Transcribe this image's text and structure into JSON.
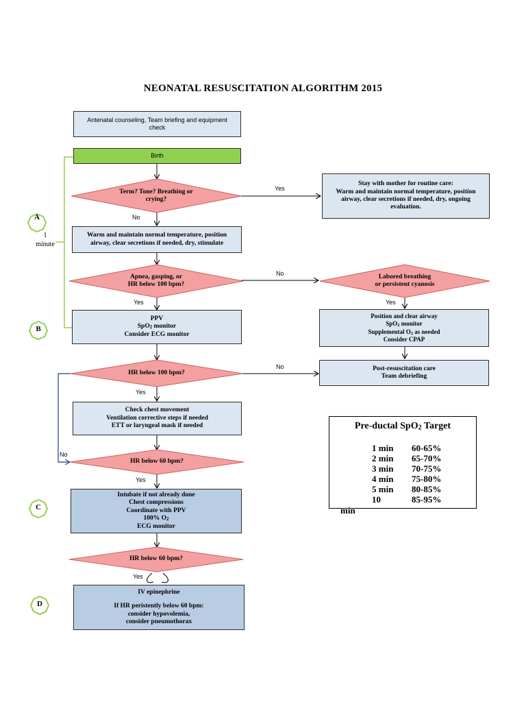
{
  "title": "NEONATAL RESUSCITATION ALGORITHM 2015",
  "colors": {
    "light_box": "#dce6f1",
    "blue_box": "#b8cce4",
    "birth_box": "#92d050",
    "decision": "#f4a0a0",
    "letter_marker": "#92d050",
    "bracket": "#92d050",
    "no_arrow": "#1f3a8a"
  },
  "boxes": {
    "antenatal": "Antenatal counseling, Team briefing and equipment check",
    "birth": "Birth",
    "routine_care": [
      "Stay with mother for routine care:",
      "Warm and maintain normal temperature, position airway, clear secretions if needed, dry, ongoing evaluation."
    ],
    "warm": "Warm and maintain normal temperature, position airway, clear secretions if needed, dry, stimulate",
    "ppv": [
      "PPV",
      "SpO",
      "2",
      " monitor",
      "Consider ECG monitor"
    ],
    "position": [
      "Position and clear airway",
      "SpO",
      "2",
      " monitor",
      "Supplemental O",
      "2",
      " as needed",
      "Consider CPAP"
    ],
    "post": [
      "Post-resuscitation care",
      "Team debriefing"
    ],
    "check": [
      "Check chest movement",
      "Ventilation corrective steps if needed",
      "ETT or laryngeal mask if needed"
    ],
    "intubate": [
      "Intubate if not already done",
      "Chest compressions",
      "Coordinate with PPV",
      "100% O",
      "2",
      "ECG monitor"
    ],
    "epi": [
      "IV epinephrine",
      "If  HR peristently below 60 bpm:",
      "consider hypovolemia,",
      "consider pneumothorax"
    ]
  },
  "decisions": {
    "term": [
      "Term? Tone?  Breathing or",
      "crying?"
    ],
    "apnea": [
      "Apnea, gasping, or",
      "HR below 100 bpm?"
    ],
    "labored": [
      "Labored breathing",
      "or persistent cyanosis"
    ],
    "hr100": "HR below 100 bpm?",
    "hr60a": "HR below 60 bpm?",
    "hr60b": "HR below 60 bpm?"
  },
  "labels": {
    "yes": "Yes",
    "no": "No"
  },
  "letters": [
    "A",
    "B",
    "C",
    "D"
  ],
  "minute": [
    "1",
    "minute"
  ],
  "spo2_table": {
    "title_pre": "Pre-ductal SpO",
    "title_sub": "2",
    "title_post": " Target",
    "rows": [
      {
        "time": "1 min",
        "range": "60-65%"
      },
      {
        "time": "2 min",
        "range": "65-70%"
      },
      {
        "time": "3 min",
        "range": "70-75%"
      },
      {
        "time": "4 min",
        "range": "75-80%"
      },
      {
        "time": "5 min",
        "range": "80-85%"
      },
      {
        "time": "10",
        "range": "85-95%"
      }
    ],
    "overflow": "min"
  }
}
